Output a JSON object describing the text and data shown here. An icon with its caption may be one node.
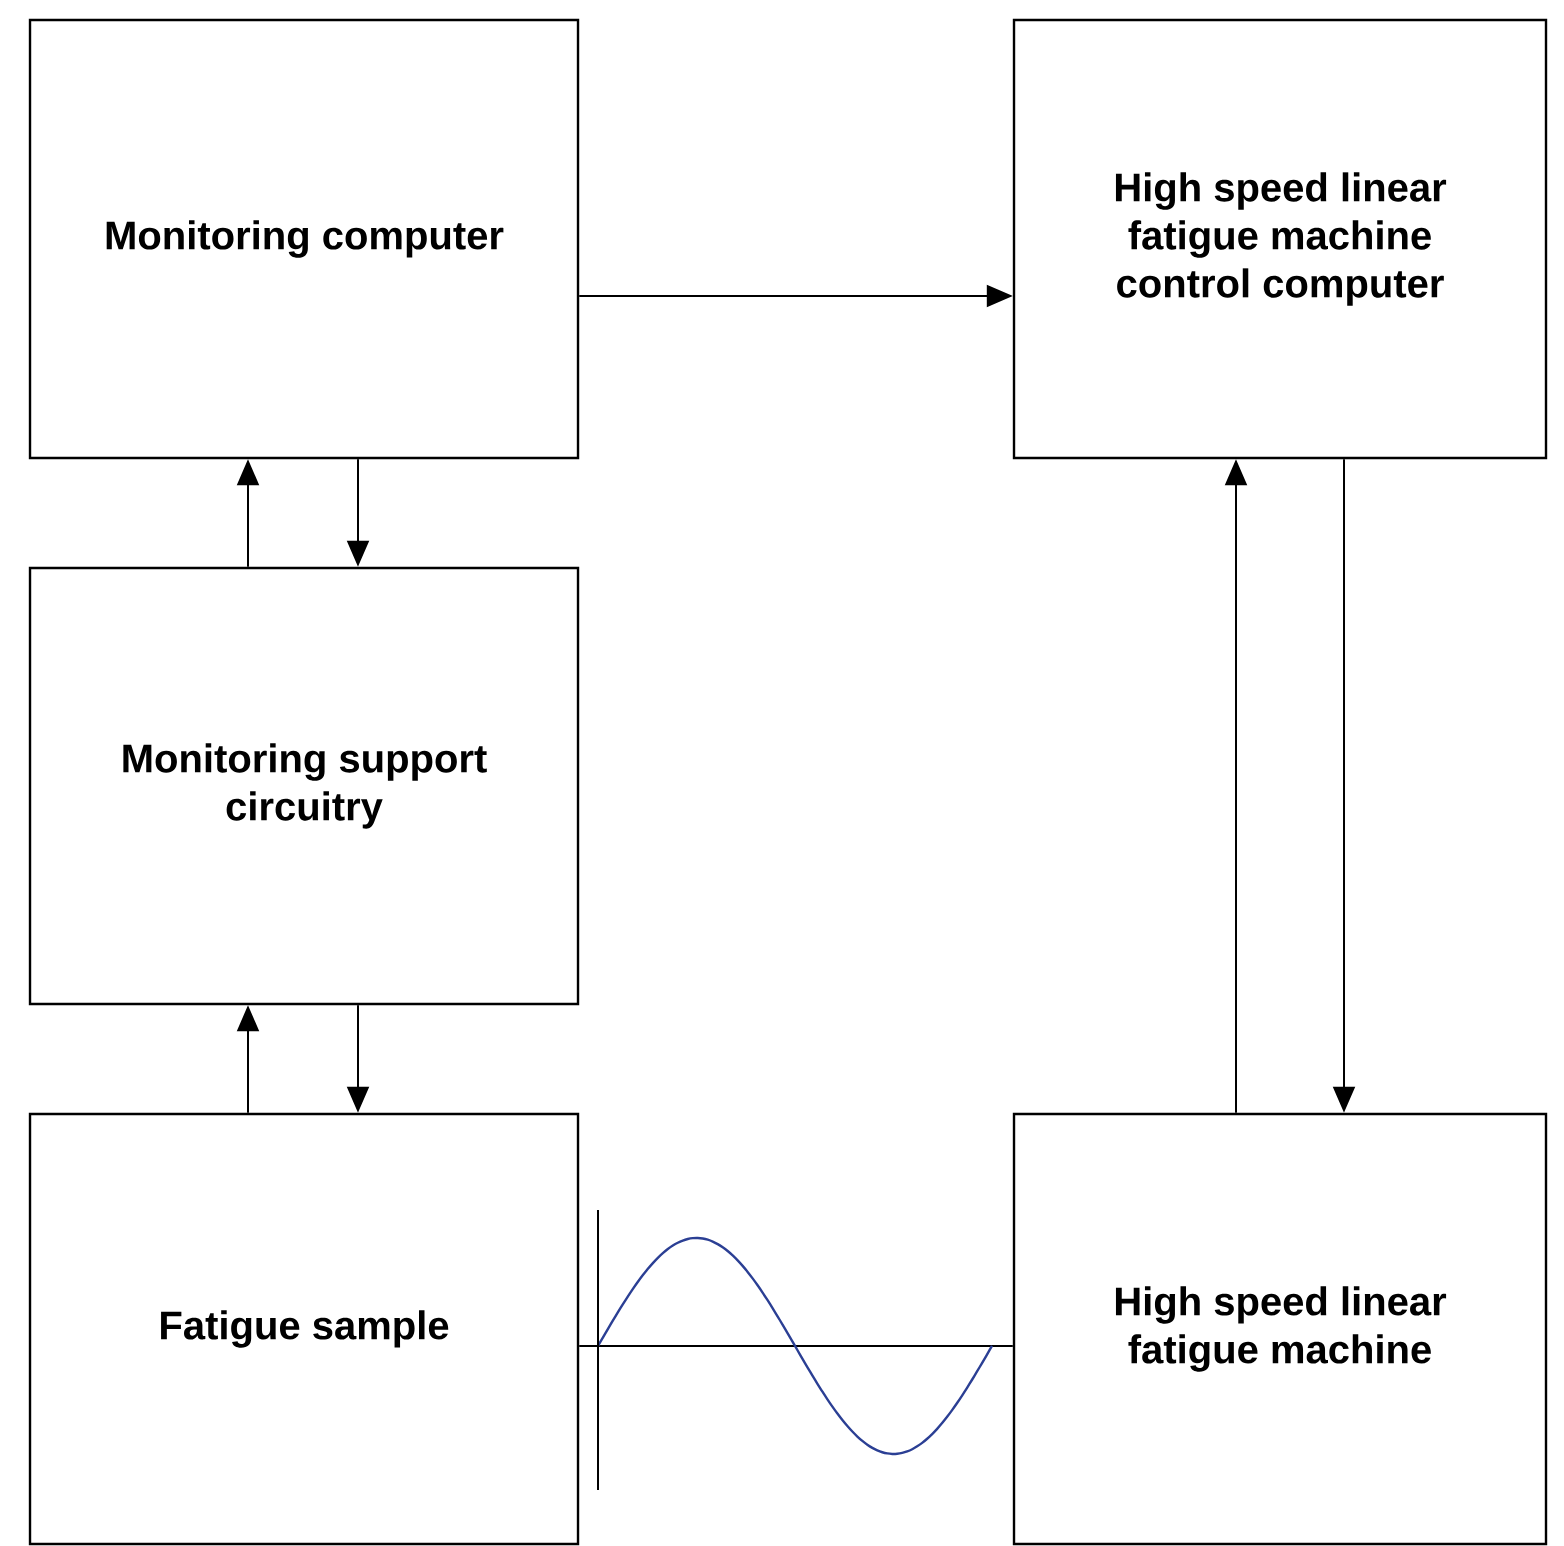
{
  "diagram": {
    "nodes": [
      {
        "text": [
          "Monitoring computer"
        ]
      },
      {
        "text": [
          "High speed linear fatigue machine control computer"
        ]
      },
      {
        "text": [
          "Monitoring support circuitry"
        ]
      },
      {
        "text": [
          "Fatigue sample"
        ]
      },
      {
        "text": [
          "High speed linear fatigue machine"
        ]
      }
    ],
    "edges": [
      {
        "from": 0,
        "to": 1,
        "arrow": "to"
      },
      {
        "from": 2,
        "to": 0,
        "arrow": "to"
      },
      {
        "from": 0,
        "to": 2,
        "arrow": "to"
      },
      {
        "from": 3,
        "to": 2,
        "arrow": "to"
      },
      {
        "from": 2,
        "to": 3,
        "arrow": "to"
      },
      {
        "from": 4,
        "to": 1,
        "arrow": "to"
      },
      {
        "from": 1,
        "to": 4,
        "arrow": "to"
      },
      {
        "from": 3,
        "to": 4,
        "arrow": "none"
      }
    ]
  }
}
